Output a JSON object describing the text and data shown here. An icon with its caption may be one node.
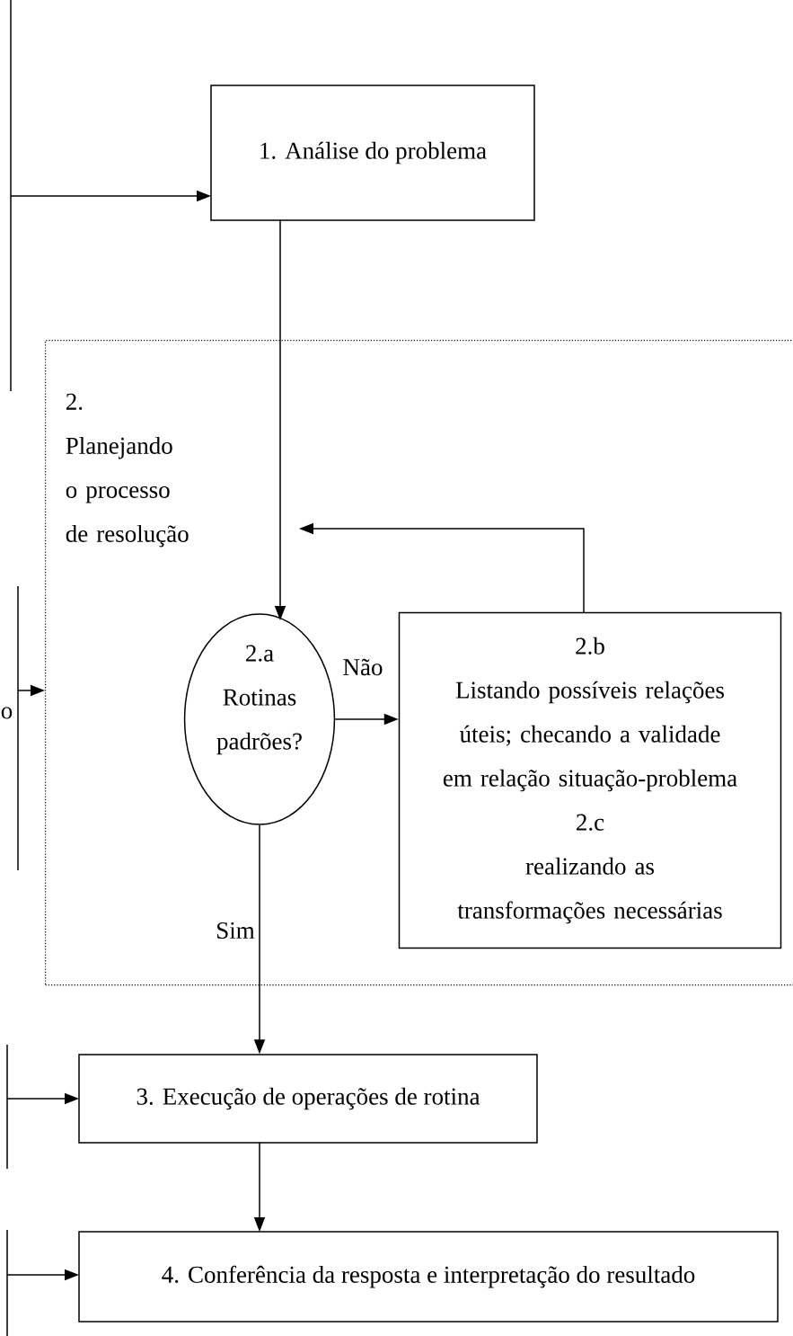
{
  "diagram": {
    "nodes": [
      {
        "text": [
          "1. Análise do problema"
        ]
      },
      {
        "text": [
          "2. Planejando o processo de resolução"
        ]
      },
      {
        "text": [
          "2.a",
          "Rotinas padrões?"
        ],
        "in": 1
      },
      {
        "text": [
          "2.b",
          "Listando possíveis relações úteis; checando a validade em relação situação-problema",
          "2.c",
          "realizando as transformações necessárias"
        ],
        "in": 1
      },
      {
        "text": [
          "3. Execução de operações de rotina"
        ]
      },
      {
        "text": [
          "4. Conferência da resposta e interpretação do resultado"
        ]
      }
    ],
    "edges": [
      {
        "from": null,
        "to": 0,
        "arrow": "to"
      },
      {
        "from": 0,
        "to": 2,
        "arrow": "to"
      },
      {
        "from": 3,
        "to": 2,
        "arrow": "to"
      },
      {
        "from": null,
        "to": 1,
        "arrow": "to"
      },
      {
        "from": 2,
        "to": 3,
        "arrow": "to",
        "label": "Não"
      },
      {
        "from": 2,
        "to": 4,
        "arrow": "to",
        "label": "Sim"
      },
      {
        "from": null,
        "to": 4,
        "arrow": "to"
      },
      {
        "from": 4,
        "to": 5,
        "arrow": "to"
      },
      {
        "from": null,
        "to": 5,
        "arrow": "to"
      }
    ],
    "labels": [
      "o"
    ]
  }
}
